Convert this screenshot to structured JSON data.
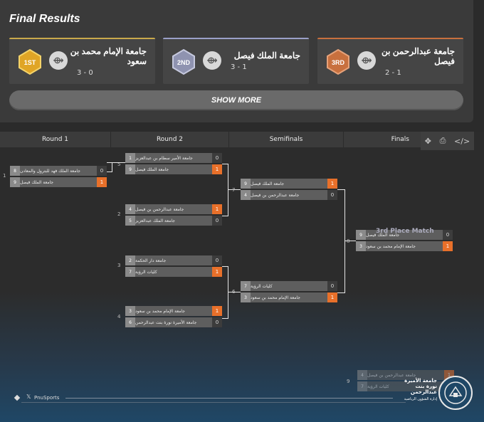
{
  "results": {
    "title": "Final Results",
    "cards": [
      {
        "rank": "1ST",
        "name": "جامعة الإمام محمد بن سعود",
        "score": "3 - 0"
      },
      {
        "rank": "2ND",
        "name": "جامعة الملك فيصل",
        "score": "3 - 1"
      },
      {
        "rank": "3RD",
        "name": "جامعة عبدالرحمن بن فيصل",
        "score": "2 - 1"
      }
    ],
    "show_more": "SHOW MORE"
  },
  "rounds": [
    "Round 1",
    "Round 2",
    "Semifinals",
    "Finals"
  ],
  "toolbar": {
    "move": "✥",
    "print": "⎙",
    "embed": "</>"
  },
  "matches": {
    "m1": {
      "label": "1",
      "a": {
        "seed": "8",
        "name": "جامعة الملك فهد للبترول والمعادن",
        "score": "0"
      },
      "b": {
        "seed": "9",
        "name": "جامعة الملك فيصل",
        "score": "1"
      }
    },
    "m5": {
      "label": "5",
      "a": {
        "seed": "1",
        "name": "جامعة الأمير سطام بن عبدالعزيز",
        "score": "0"
      },
      "b": {
        "seed": "9",
        "name": "جامعة الملك فيصل",
        "score": "1"
      }
    },
    "m2": {
      "label": "2",
      "a": {
        "seed": "4",
        "name": "جامعة عبدالرحمن بن فيصل",
        "score": "1"
      },
      "b": {
        "seed": "5",
        "name": "جامعة الملك عبدالعزيز",
        "score": "0"
      }
    },
    "m3": {
      "label": "3",
      "a": {
        "seed": "2",
        "name": "جامعة دار الحكمة",
        "score": "0"
      },
      "b": {
        "seed": "7",
        "name": "كليات الرؤية",
        "score": "1"
      }
    },
    "m4": {
      "label": "4",
      "a": {
        "seed": "3",
        "name": "جامعة الإمام محمد بن سعود",
        "score": "1"
      },
      "b": {
        "seed": "6",
        "name": "جامعة الأميرة نورة بنت عبدالرحمن",
        "score": "0"
      }
    },
    "m7": {
      "label": "7",
      "a": {
        "seed": "9",
        "name": "جامعة الملك فيصل",
        "score": "1"
      },
      "b": {
        "seed": "4",
        "name": "جامعة عبدالرحمن بن فيصل",
        "score": "0"
      }
    },
    "m6": {
      "label": "6",
      "a": {
        "seed": "7",
        "name": "كليات الرؤية",
        "score": "0"
      },
      "b": {
        "seed": "3",
        "name": "جامعة الإمام محمد بن سعود",
        "score": "1"
      }
    },
    "m8": {
      "label": "8",
      "a": {
        "seed": "9",
        "name": "جامعة الملك فيصل",
        "score": "0"
      },
      "b": {
        "seed": "3",
        "name": "جامعة الإمام محمد بن سعود",
        "score": "1"
      }
    },
    "m9": {
      "label": "9",
      "a": {
        "seed": "4",
        "name": "جامعة عبدالرحمن بن فيصل",
        "score": "1"
      },
      "b": {
        "seed": "7",
        "name": "كليات الرؤية",
        "score": ""
      }
    }
  },
  "third_place": {
    "title": "3rd Place Match"
  },
  "footer": {
    "handle": "PnuSports",
    "org_name": "جامعة الأميرة نورة بنت عبدالرحمن",
    "org_sub": "إدارة الشؤون الرياضية"
  }
}
